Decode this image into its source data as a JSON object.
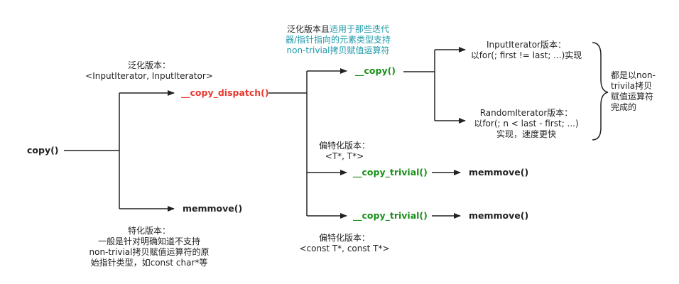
{
  "nodes": {
    "copy": "copy()",
    "copy_dispatch": "__copy_dispatch()",
    "copy_generic": "__copy()",
    "copy_trivial_1": "__copy_trivial()",
    "copy_trivial_2": "__copy_trivial()",
    "memmove_top": "memmove()",
    "memmove_1": "memmove()",
    "memmove_2": "memmove()"
  },
  "labels": {
    "dispatch_note": [
      "泛化版本：",
      "<InputIterator, InputIterator>"
    ],
    "specialization_note": [
      "特化版本：",
      "一般是针对明确知道不支持",
      "non-trivial拷贝赋值运算符的原",
      "始指针类型，如const char*等"
    ],
    "copy_note_prefix": "泛化版本且",
    "copy_note_highlight_1": "适用于那些迭代",
    "copy_note_lines": [
      "器/指针指向的元素类型支持",
      "non-trivial拷贝赋值运算符"
    ],
    "input_iter_note": [
      "InputIterator版本：",
      "以for(; first != last; ...)实现"
    ],
    "random_iter_note": [
      "RandomIterator版本：",
      "以for(; n < last - first; ...)",
      "实现，速度更快"
    ],
    "partial_1_note": [
      "偏特化版本：",
      "<T*, T*>"
    ],
    "partial_2_note": [
      "偏特化版本：",
      "<const T*, const T*>"
    ],
    "brace_note": [
      "都是以non-",
      "trivila拷贝",
      "赋值运算符",
      "完成的"
    ]
  },
  "colors": {
    "red": "#e8392f",
    "green": "#1a8f1a",
    "teal": "#1c98a8",
    "line": "#222222"
  }
}
